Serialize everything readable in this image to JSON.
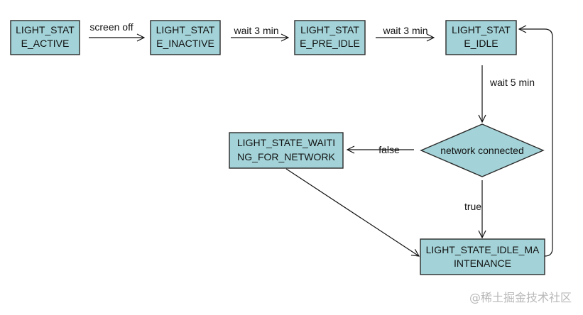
{
  "colors": {
    "node_fill": "#a3d3d8",
    "node_stroke": "#2b2b2b",
    "edge": "#111111",
    "watermark": "#b8b8b8"
  },
  "nodes": {
    "active": {
      "line1": "LIGHT_STAT",
      "line2": "E_ACTIVE"
    },
    "inactive": {
      "line1": "LIGHT_STAT",
      "line2": "E_INACTIVE"
    },
    "pre_idle": {
      "line1": "LIGHT_STAT",
      "line2": "E_PRE_IDLE"
    },
    "idle": {
      "line1": "LIGHT_STAT",
      "line2": "E_IDLE"
    },
    "network_check": {
      "label": "network connected"
    },
    "waiting": {
      "line1": "LIGHT_STATE_WAITI",
      "line2": "NG_FOR_NETWORK"
    },
    "maintenance": {
      "line1": "LIGHT_STATE_IDLE_MA",
      "line2": "INTENANCE"
    }
  },
  "edges": {
    "active_to_inactive": "screen off",
    "inactive_to_pre_idle": "wait 3 min",
    "pre_idle_to_idle": "wait 3 min",
    "idle_to_check": "wait 5 min",
    "check_false": "false",
    "check_true": "true"
  },
  "watermark": "@稀土掘金技术社区"
}
